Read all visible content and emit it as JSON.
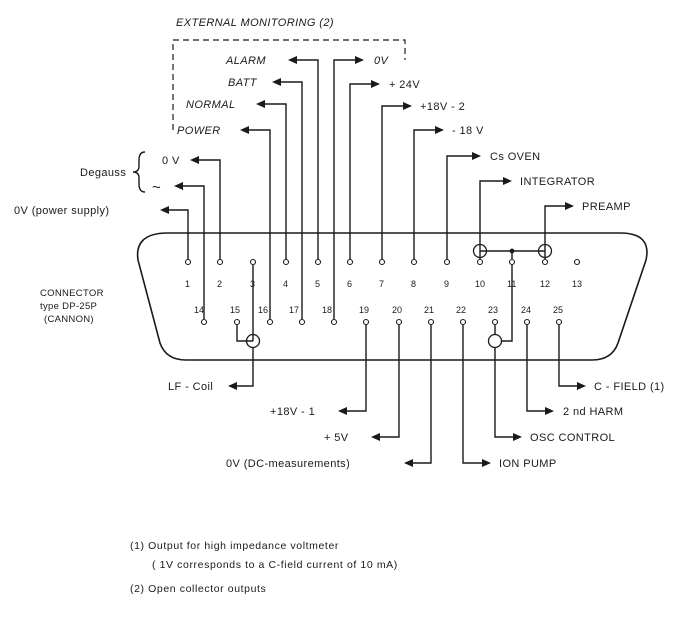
{
  "external_monitoring": {
    "title": "EXTERNAL MONITORING (2)",
    "alarm": "ALARM",
    "zero_v": "0V",
    "batt": "BATT",
    "normal": "NORMAL",
    "power": "POWER"
  },
  "top_signals": {
    "plus24": "+ 24V",
    "plus18_2": "+18V - 2",
    "minus18": "- 18 V",
    "cs_oven": "Cs OVEN",
    "integrator": "INTEGRATOR",
    "preamp": "PREAMP"
  },
  "left_signals": {
    "degauss": "Degauss",
    "zero_v": "0 V",
    "tilde": "~",
    "power_supply": "0V (power supply)"
  },
  "connector": {
    "line1": "CONNECTOR",
    "line2": "type DP-25P",
    "line3": "(CANNON)"
  },
  "pins_top": [
    "1",
    "2",
    "3",
    "4",
    "5",
    "6",
    "7",
    "8",
    "9",
    "10",
    "11",
    "12",
    "13"
  ],
  "pins_bottom": [
    "14",
    "15",
    "16",
    "17",
    "18",
    "19",
    "20",
    "21",
    "22",
    "23",
    "24",
    "25"
  ],
  "bottom_signals": {
    "lf_coil": "LF - Coil",
    "plus18_1": "+18V - 1",
    "plus5": "+ 5V",
    "dc_meas": "0V (DC-measurements)",
    "ion_pump": "ION PUMP",
    "osc_control": "OSC CONTROL",
    "harm2": "2 nd HARM",
    "c_field": "C - FIELD (1)"
  },
  "notes": {
    "n1_a": "(1)  Output for high impedance voltmeter",
    "n1_b": "( 1V corresponds to a C-field current of 10 mA)",
    "n2": "(2)  Open collector outputs"
  }
}
